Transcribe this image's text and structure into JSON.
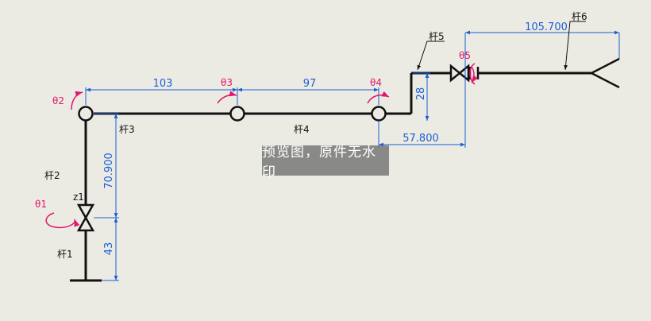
{
  "colors": {
    "background": "#ecebe3",
    "member": "#111111",
    "dimension": "#1a5fd6",
    "angle": "#e0156e"
  },
  "members": {
    "rod1": "杆1",
    "rod2": "杆2",
    "rod3": "杆3",
    "rod4": "杆4",
    "rod5": "杆5",
    "rod6": "杆6"
  },
  "joints": {
    "theta1": "θ1",
    "theta2": "θ2",
    "theta3": "θ3",
    "theta4": "θ4",
    "theta5": "θ5",
    "z1": "z1"
  },
  "dimensions": {
    "d103": "103",
    "d97": "97",
    "d28": "28",
    "d57_8": "57.800",
    "d105_7": "105.700",
    "d70_9": "70.900",
    "d43": "43"
  },
  "watermark": "预览图，原件无水印"
}
